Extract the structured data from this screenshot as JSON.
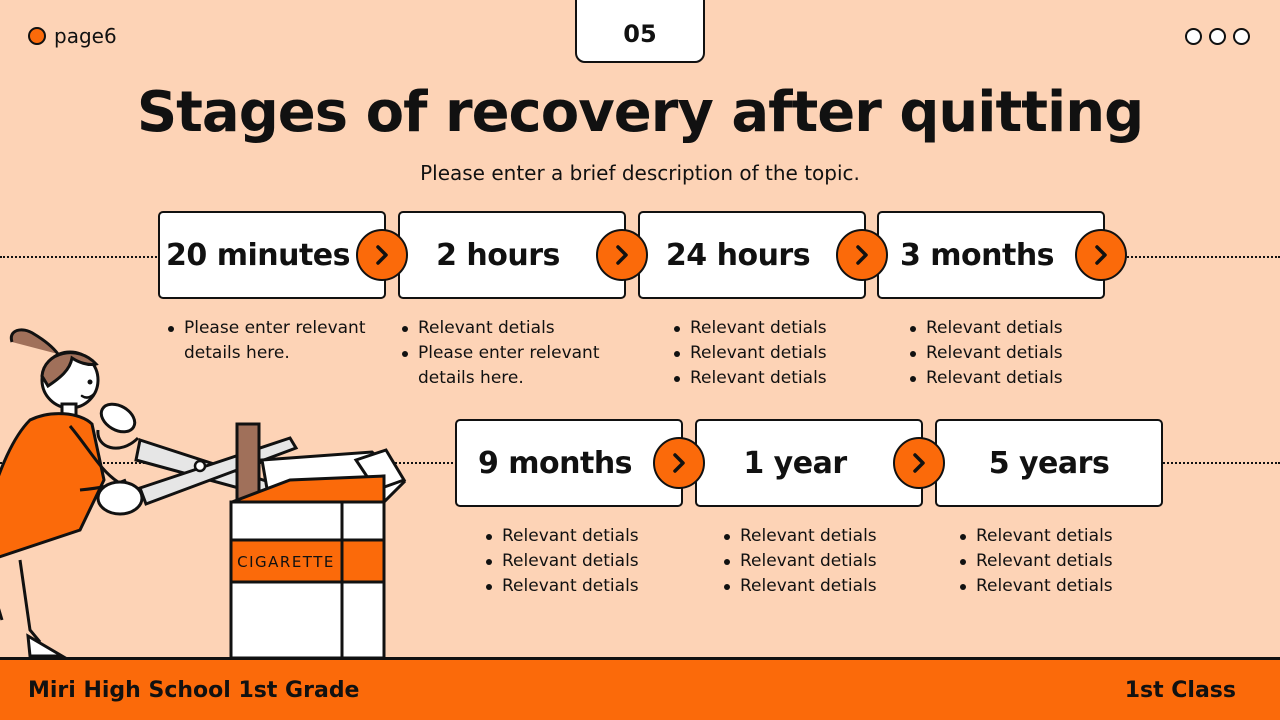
{
  "header": {
    "page_label": "page6",
    "slide_number": "05"
  },
  "title": "Stages of recovery after quitting",
  "subtitle": "Please enter a brief description of the topic.",
  "stages": [
    {
      "label": "20 minutes",
      "details": [
        "Please enter relevant details here."
      ]
    },
    {
      "label": "2 hours",
      "details": [
        "Relevant detials",
        "Please enter relevant details here."
      ]
    },
    {
      "label": "24 hours",
      "details": [
        "Relevant detials",
        "Relevant detials",
        "Relevant detials"
      ]
    },
    {
      "label": "3 months",
      "details": [
        "Relevant detials",
        "Relevant detials",
        "Relevant detials"
      ]
    },
    {
      "label": "9 months",
      "details": [
        "Relevant detials",
        "Relevant detials",
        "Relevant detials"
      ]
    },
    {
      "label": "1 year",
      "details": [
        "Relevant detials",
        "Relevant detials",
        "Relevant detials"
      ]
    },
    {
      "label": "5 years",
      "details": [
        "Relevant detials",
        "Relevant detials",
        "Relevant detials"
      ]
    }
  ],
  "illustration": {
    "box_label": "CIGARETTE"
  },
  "footer": {
    "left": "Miri High School 1st Grade",
    "right": "1st Class"
  },
  "colors": {
    "background": "#fdd3b6",
    "accent": "#fb6a0a",
    "ink": "#111111"
  }
}
